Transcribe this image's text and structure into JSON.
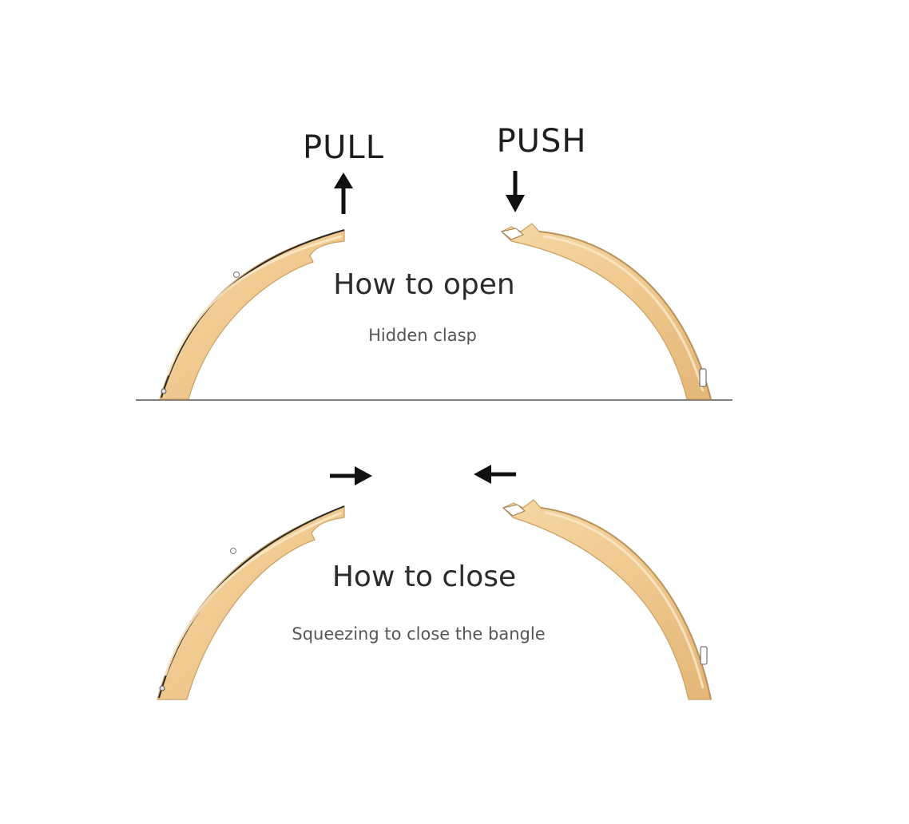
{
  "open_section": {
    "pull_label": "PULL",
    "push_label": "PUSH",
    "title": "How to open",
    "subtitle": "Hidden clasp"
  },
  "close_section": {
    "title": "How to close",
    "subtitle": "Squeezing to close the bangle"
  },
  "colors": {
    "gold_body": "#efc98f",
    "gold_edge": "#c9a063",
    "gold_highlight": "#fbe8c6",
    "dark_edge": "#2a2a2a",
    "text": "#222222",
    "baseline": "#555555",
    "arrow": "#111111"
  },
  "icons": {
    "pull": "arrow-up-icon",
    "push": "arrow-down-icon",
    "close_left": "arrow-right-icon",
    "close_right": "arrow-left-icon"
  }
}
